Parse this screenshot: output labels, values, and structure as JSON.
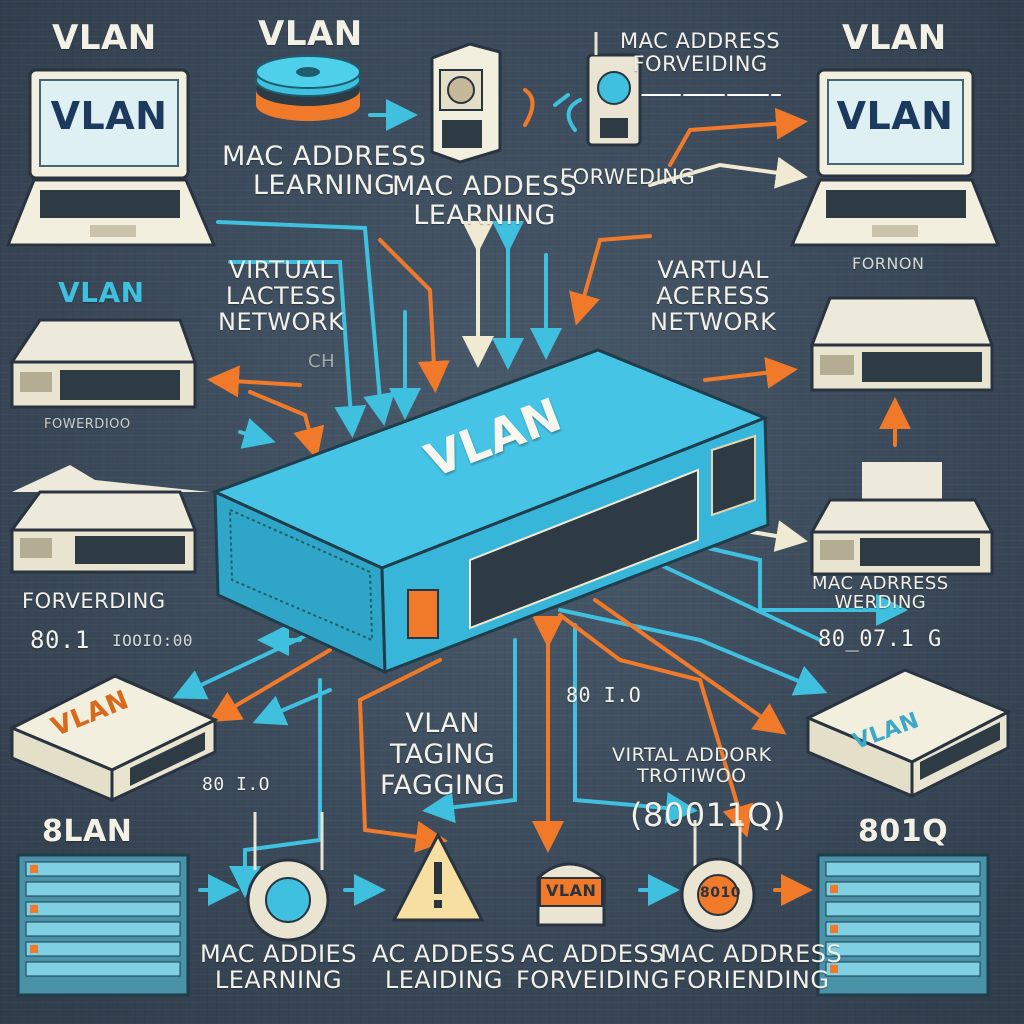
{
  "colors": {
    "background": "#3d4c5c",
    "switch_body": "#3bbde0",
    "orange_arrow": "#f07a2a",
    "cyan_arrow": "#3ec0de",
    "cream_arrow": "#f1ead2"
  },
  "center_switch": {
    "label": "VLAN"
  },
  "top": {
    "left_heading": "VLAN",
    "left_laptop_screen": "VLAN",
    "disk_heading": "VLAN",
    "mac_learning_left": "MAC ADDRESS\nLEARNING",
    "mac_learning_center": "MAC ADDESS\nLEARNING",
    "mac_forwarding_heading": "MAC ADDRESS\nFORVEIDING",
    "forwarding_small": "FORWEDING",
    "right_heading": "VLAN",
    "right_laptop_screen": "VLAN",
    "right_caption": "FORNON"
  },
  "middle_left": {
    "virtual_network": "VIRTUAL\nLACTESS\nNETWORK",
    "vlan_label": "VLAN",
    "scribble_under_switch": "FOWERDIOO",
    "forwarding_label": "FORVERDING",
    "code_label": "80.1",
    "code_label_tail": "IOOIO:00",
    "ghost_text": "CH"
  },
  "middle_right": {
    "virtual_network": "VARTUAL\nACERESS\nNETWORK",
    "mac_forwarding": "MAC ADRRESS\nWERDING",
    "code_label": "80_07.1 G"
  },
  "bottom_left": {
    "switch_label": "VLAN",
    "code_label": "80 I.O",
    "heading": "8LAN"
  },
  "bottom_center": {
    "vlan_tagging": "VLAN\nTAGING\nFAGGING",
    "code_label": "80 I.O",
    "virtual_network": "VIRTAL ADDORK\nTROTIWOO",
    "paren_code": "(80011Q)",
    "router_tag": "VLAN",
    "router_tag_right": "8010"
  },
  "bottom_right": {
    "switch_label": "VLAN",
    "heading": "801Q"
  },
  "bottom_row_labels": [
    "MAC ADDIES\nLEARNING",
    "AC ADDESS\nLEAIDING",
    "AC ADDESS\nFORVEIDING",
    "MAC ADDRESS\nFORIENDING"
  ]
}
